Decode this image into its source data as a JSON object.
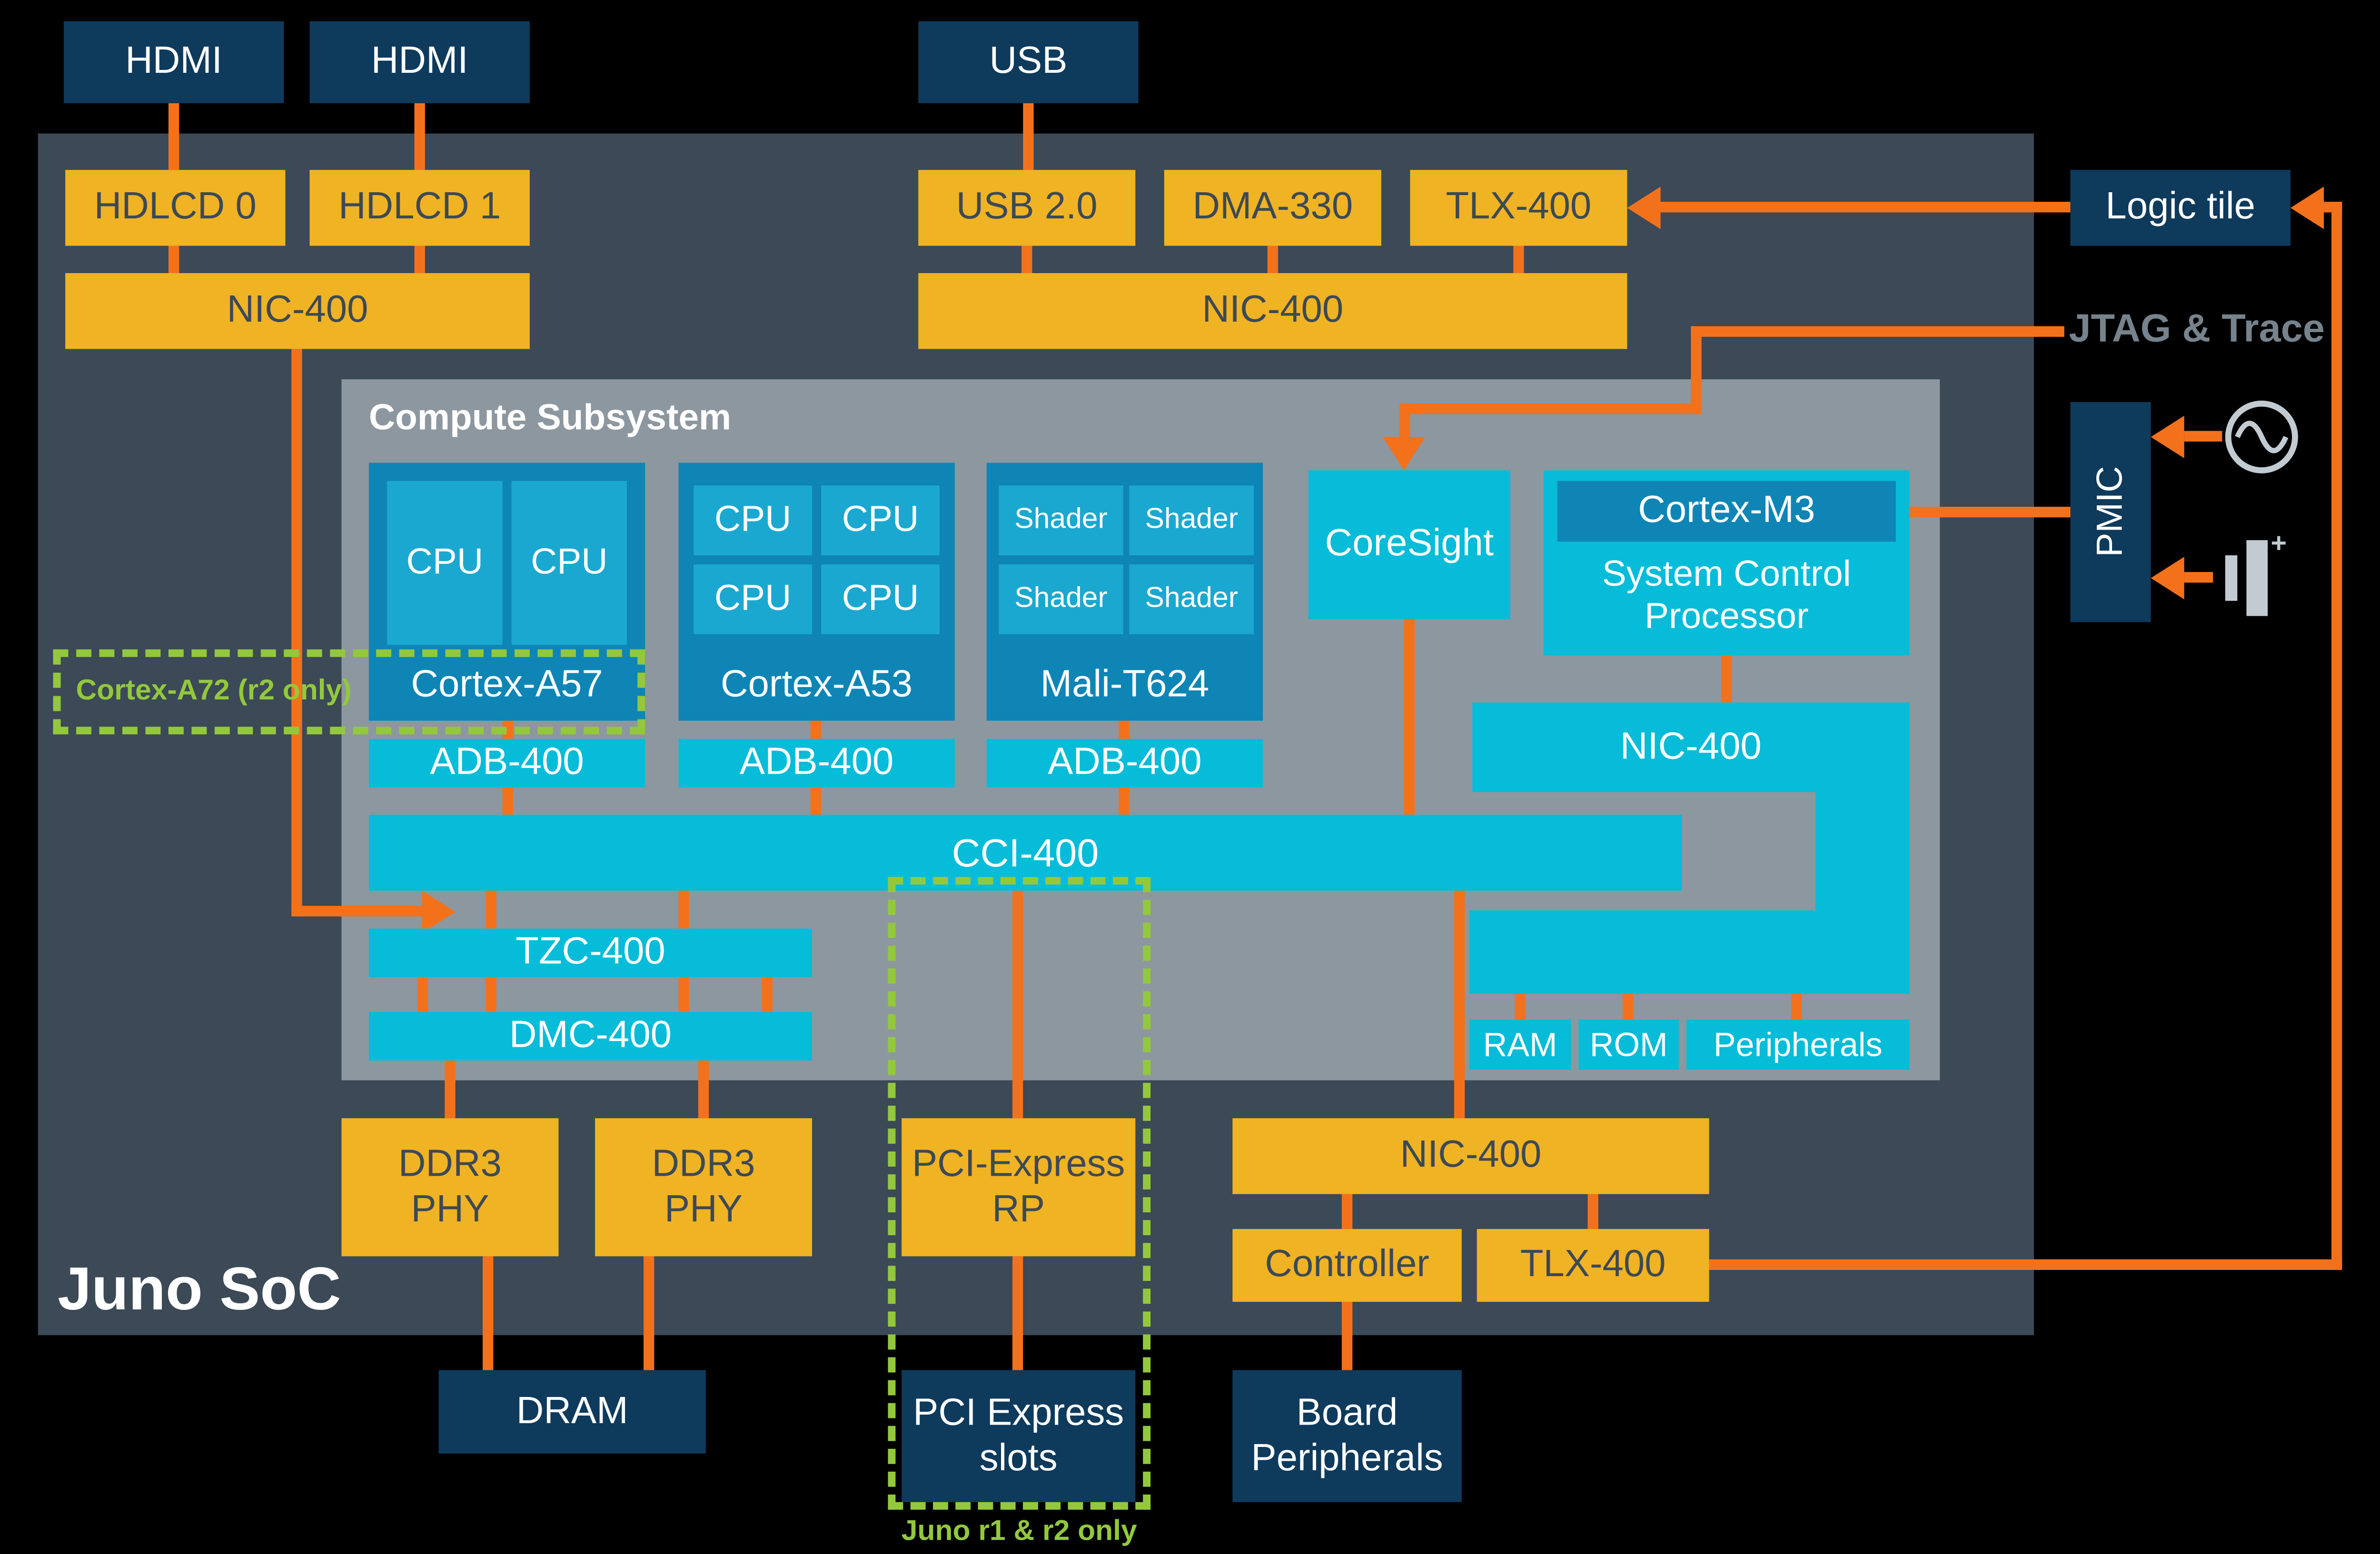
{
  "colors": {
    "background": "#000000",
    "soc_body": "#3c4956",
    "compute_body": "#8d979f",
    "navy": "#0e3a5c",
    "yellow": "#f0b323",
    "cyan": "#06bcd8",
    "mid_blue": "#0e85b5",
    "inner_blue": "#1ba8d0",
    "orange": "#f4711c",
    "green": "#93c83d",
    "gray_text": "#76838d"
  },
  "icons": {
    "oscillator": "oscillator-icon",
    "battery": "battery-icon"
  },
  "external": {
    "hdmi_a": "HDMI",
    "hdmi_b": "HDMI",
    "usb": "USB",
    "logic_tile": "Logic tile",
    "jtag_trace": "JTAG & Trace",
    "pmic": "PMIC",
    "dram": "DRAM",
    "pci_slots": "PCI Express\nslots",
    "board_peripherals": "Board\nPeripherals",
    "juno_note": "Juno r1 & r2 only",
    "a72_note": "Cortex-A72 (r2 only)"
  },
  "soc": {
    "label": "Juno SoC",
    "hdlcd0": "HDLCD 0",
    "hdlcd1": "HDLCD 1",
    "nic400_display": "NIC-400",
    "usb20": "USB 2.0",
    "dma330": "DMA-330",
    "tlx400_top": "TLX-400",
    "nic400_io": "NIC-400",
    "ddr3_phy": "DDR3\nPHY",
    "pcie_rp": "PCI-Express\nRP",
    "nic400_peripheral": "NIC-400",
    "controller": "Controller",
    "tlx400_bottom": "TLX-400"
  },
  "compute": {
    "title": "Compute Subsystem",
    "cpu": "CPU",
    "shader": "Shader",
    "a57": "Cortex-A57",
    "a53": "Cortex-A53",
    "mali": "Mali-T624",
    "adb400": "ADB-400",
    "coresight": "CoreSight",
    "cortex_m3": "Cortex-M3",
    "scp": "System Control\nProcessor",
    "nic400": "NIC-400",
    "cci400": "CCI-400",
    "tzc400": "TZC-400",
    "dmc400": "DMC-400",
    "ram": "RAM",
    "rom": "ROM",
    "peripherals": "Peripherals"
  }
}
